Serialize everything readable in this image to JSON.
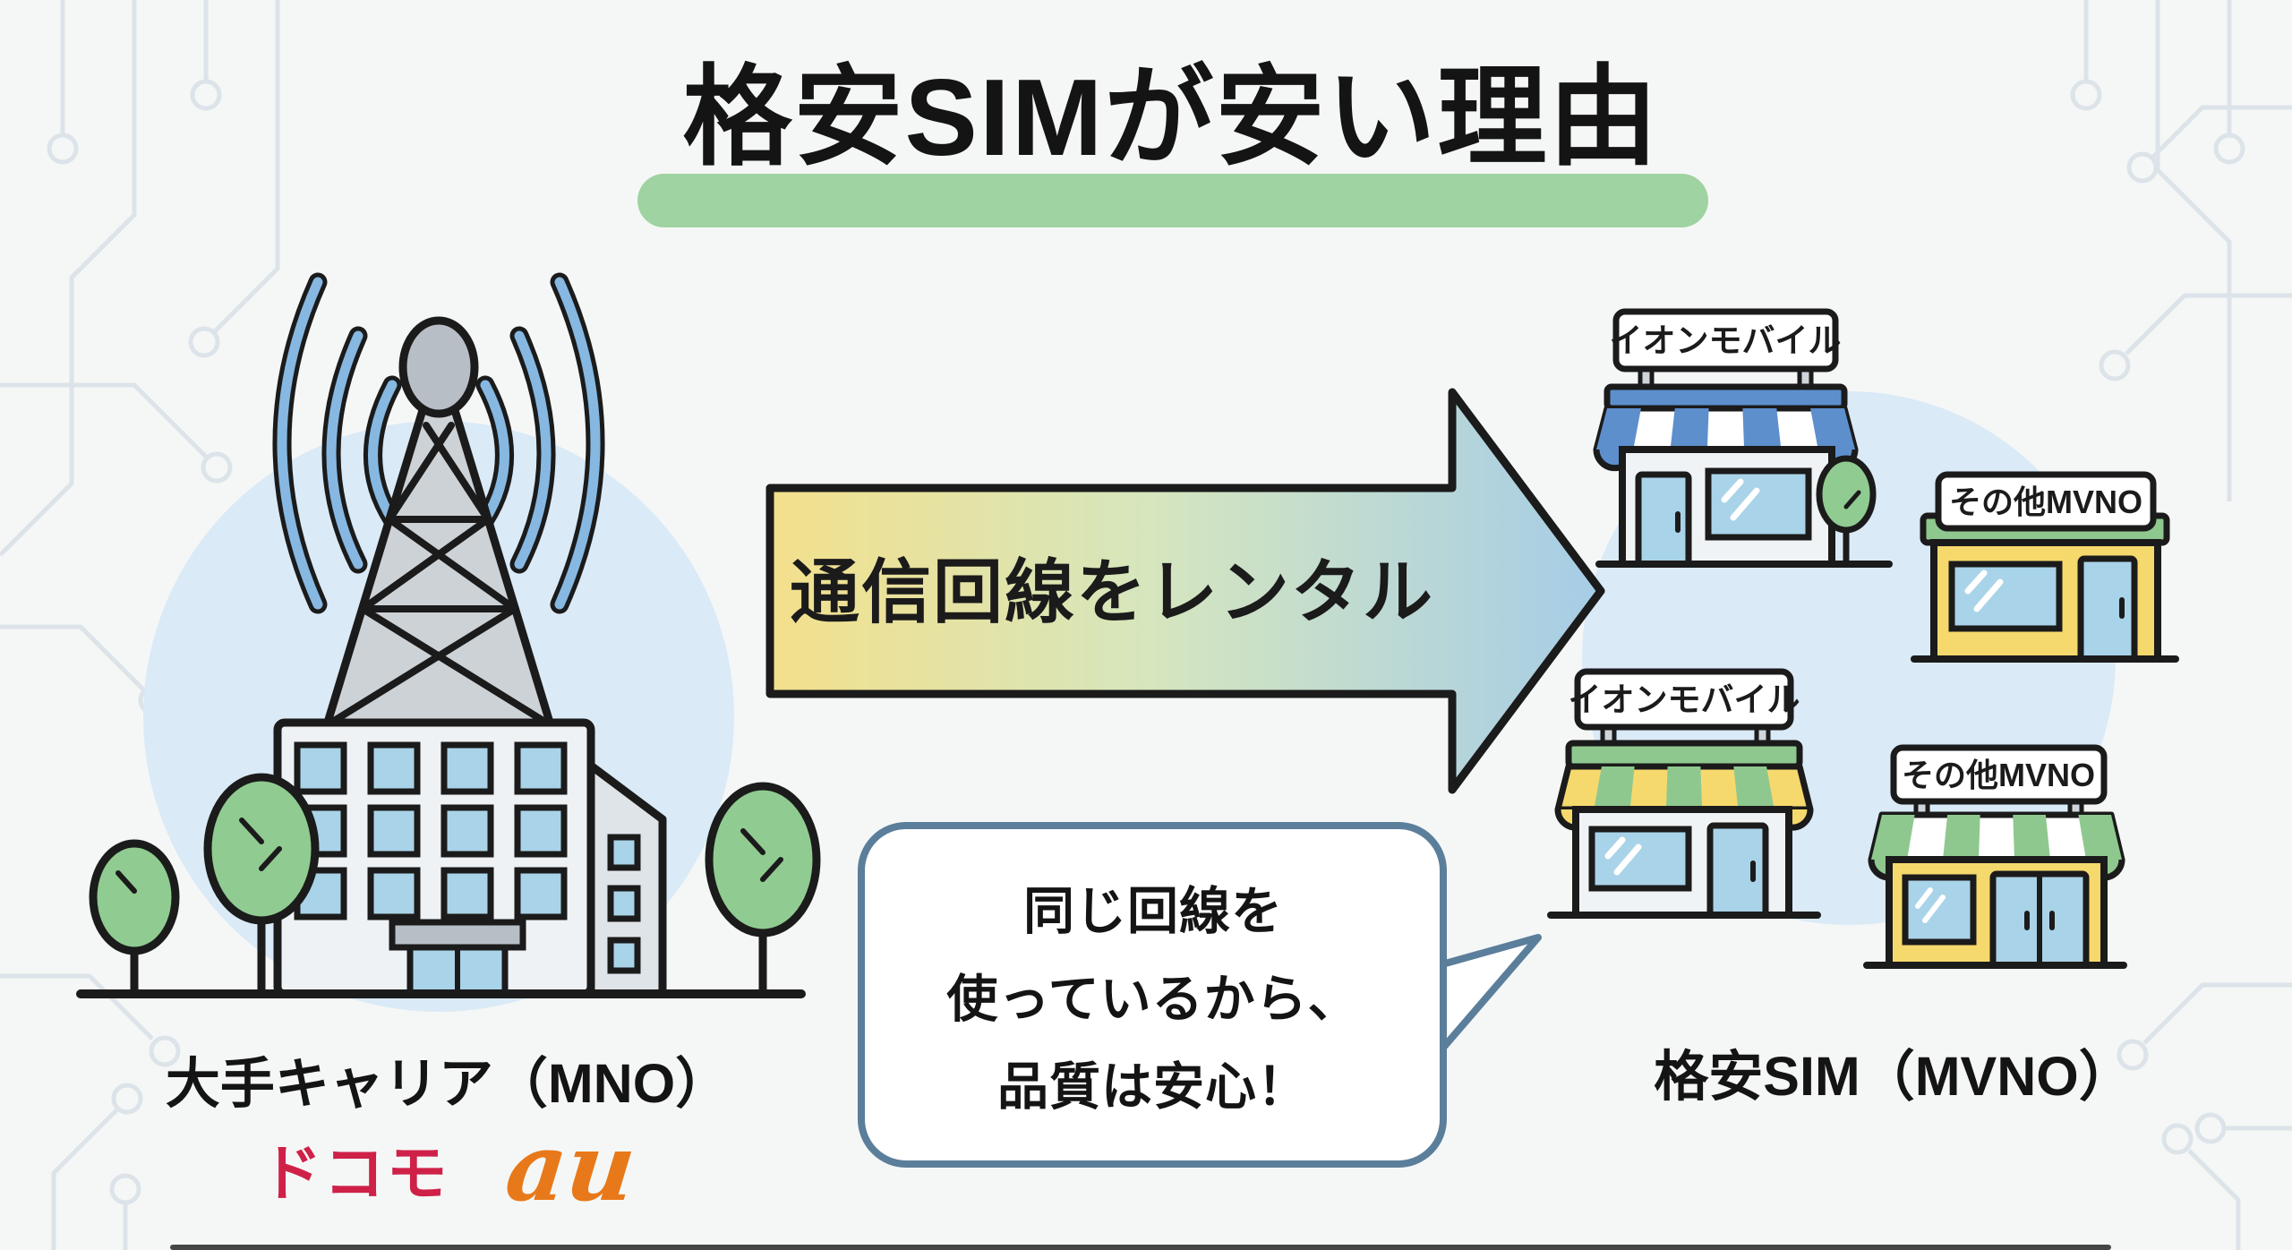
{
  "title": {
    "text": "格安SIMが安い理由",
    "highlight_color": "#9fd3a1"
  },
  "arrow": {
    "label": "通信回線をレンタル",
    "gradient": [
      "#f3e08c",
      "#d6e6bd",
      "#a6cde7"
    ]
  },
  "mno": {
    "label": "大手キャリア（MNO）",
    "carriers": [
      {
        "name": "ドコモ",
        "color": "#cf2148"
      },
      {
        "name": "au",
        "color": "#e8791a"
      }
    ],
    "icons": [
      "radio-tower-icon",
      "office-building-icon",
      "tree-icon"
    ]
  },
  "mvno": {
    "label": "格安SIM（MVNO）",
    "shops": [
      {
        "sign": "イオンモバイル",
        "awning_colors": [
          "#5d8fcc",
          "#ffffff"
        ],
        "facade_color": "#f0f3f5"
      },
      {
        "sign": "その他MVNO",
        "roof_color": "#8fc88f",
        "facade_color": "#f6d96d"
      },
      {
        "sign": "イオンモバイル",
        "awning_colors": [
          "#f6d96d",
          "#8fc88f"
        ],
        "facade_color": "#f0f3f5"
      },
      {
        "sign": "その他MVNO",
        "awning_colors": [
          "#8fc88f",
          "#ffffff"
        ],
        "facade_color": "#f6d96d"
      }
    ]
  },
  "speech_bubble": {
    "lines": [
      "同じ回線を",
      "使っているから、",
      "品質は安心！"
    ],
    "border_color": "#5b7e9b"
  }
}
